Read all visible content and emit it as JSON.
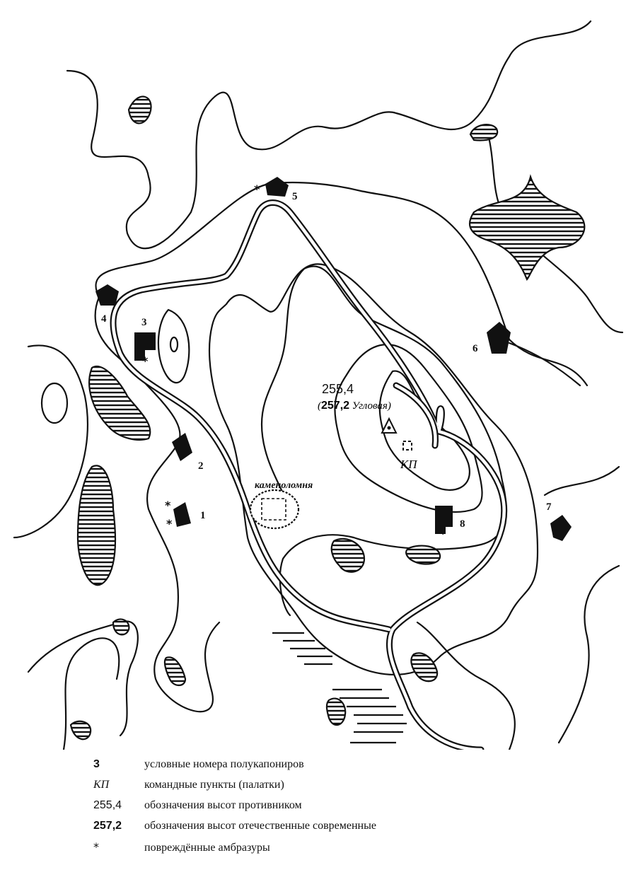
{
  "map": {
    "bunker_labels": [
      "1",
      "2",
      "3",
      "4",
      "5",
      "6",
      "7",
      "8"
    ],
    "height_enemy": "255,4",
    "height_modern": "257,2",
    "height_name": "Угловая",
    "kp_label": "КП",
    "quarry_label": "каменоломня",
    "damaged_mark": "*"
  },
  "legend": {
    "items": [
      {
        "key": "3",
        "desc": "условные номера полукапониров"
      },
      {
        "key": "КП",
        "desc": "командные пункты (палатки)"
      },
      {
        "key": "255,4",
        "desc": "обозначения высот противником"
      },
      {
        "key": "257,2",
        "desc": "обозначения высот отечественные современные"
      },
      {
        "key": "*",
        "desc": "повреждённые амбразуры"
      }
    ]
  }
}
